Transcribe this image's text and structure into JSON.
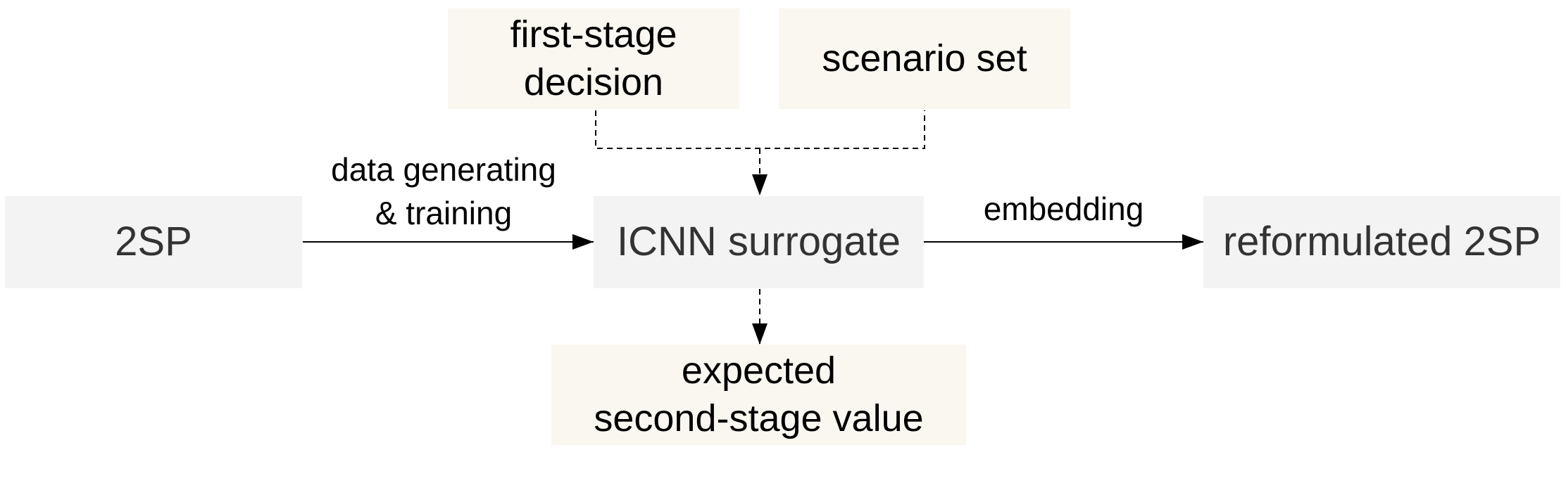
{
  "nodes": {
    "problem": {
      "label": "2SP"
    },
    "surrogate": {
      "label": "ICNN surrogate"
    },
    "reformulated": {
      "label": "reformulated 2SP"
    },
    "first_stage": {
      "label": "first-stage\ndecision"
    },
    "scenario_set": {
      "label": "scenario set"
    },
    "expected_value": {
      "label": "expected\nsecond-stage value"
    }
  },
  "edges": {
    "training": {
      "label": "data generating\n& training"
    },
    "embedding": {
      "label": "embedding"
    }
  },
  "colors": {
    "main_box_fill": "#f3f3f3",
    "aux_box_fill": "#faf7f0",
    "main_text": "#333333",
    "line": "#000000"
  }
}
